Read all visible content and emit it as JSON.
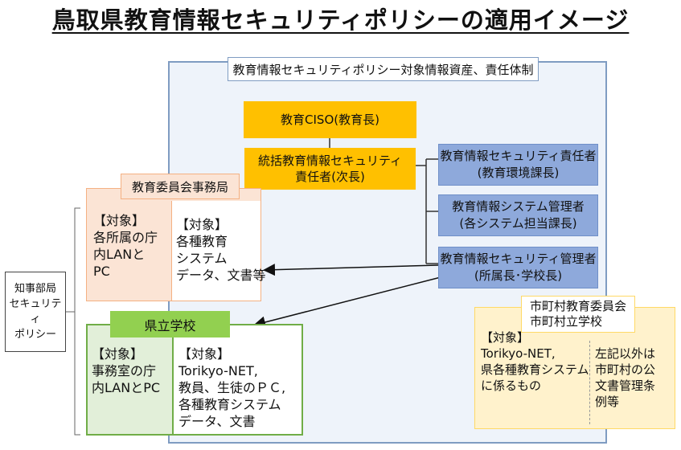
{
  "title": "鳥取県教育情報セキュリティポリシーの適用イメージ",
  "frame_label": "教育情報セキュリティポリシー対象情報資産、責任体制",
  "ciso": "教育CISO(教育長)",
  "integrated": [
    "統括教育情報セキュリティ",
    "責任者(次長)"
  ],
  "roles": [
    {
      "line1": "教育情報セキュリティ責任者",
      "line2": "(教育環境課長)"
    },
    {
      "line1": "教育情報システム管理者",
      "line2": "(各システム担当課長)"
    },
    {
      "line1": "教育情報セキュリティ管理者",
      "line2": "(所属長･学校長)"
    }
  ],
  "office": {
    "label": "教育委員会事務局",
    "left": [
      "【対象】",
      "各所属の庁",
      "内LANと",
      "PC"
    ],
    "right": [
      "【対象】",
      "各種教育",
      "システム",
      "データ、文書等"
    ]
  },
  "school": {
    "label": "県立学校",
    "left": [
      "【対象】",
      "事務室の庁",
      "内LANとPC"
    ],
    "right": [
      "【対象】",
      "Torikyo-NET,",
      "教員、生徒のＰＣ,",
      "各種教育システム",
      "データ、文書"
    ]
  },
  "municipal": {
    "label": [
      "市町村教育委員会",
      "市町村立学校"
    ],
    "left": [
      "【対象】",
      "Torikyo-NET,",
      "県各種教育システム",
      "に係るもの"
    ],
    "right": [
      "左記以外は",
      "市町村の公",
      "文書管理条",
      "例等"
    ]
  },
  "governor": [
    "知事部局",
    "セキュリティ",
    "ポリシー"
  ]
}
